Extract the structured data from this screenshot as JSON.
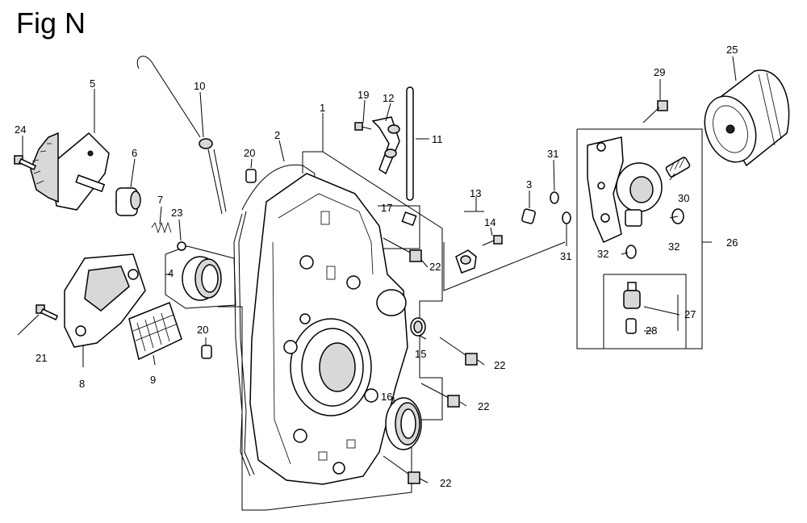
{
  "figure": {
    "title": "Fig N"
  },
  "callouts": [
    "1",
    "2",
    "3",
    "4",
    "5",
    "6",
    "7",
    "8",
    "9",
    "10",
    "11",
    "12",
    "13",
    "14",
    "15",
    "16",
    "17",
    "19",
    "20",
    "21",
    "22",
    "23",
    "24",
    "25",
    "26",
    "27",
    "28",
    "29",
    "30",
    "31",
    "32"
  ]
}
